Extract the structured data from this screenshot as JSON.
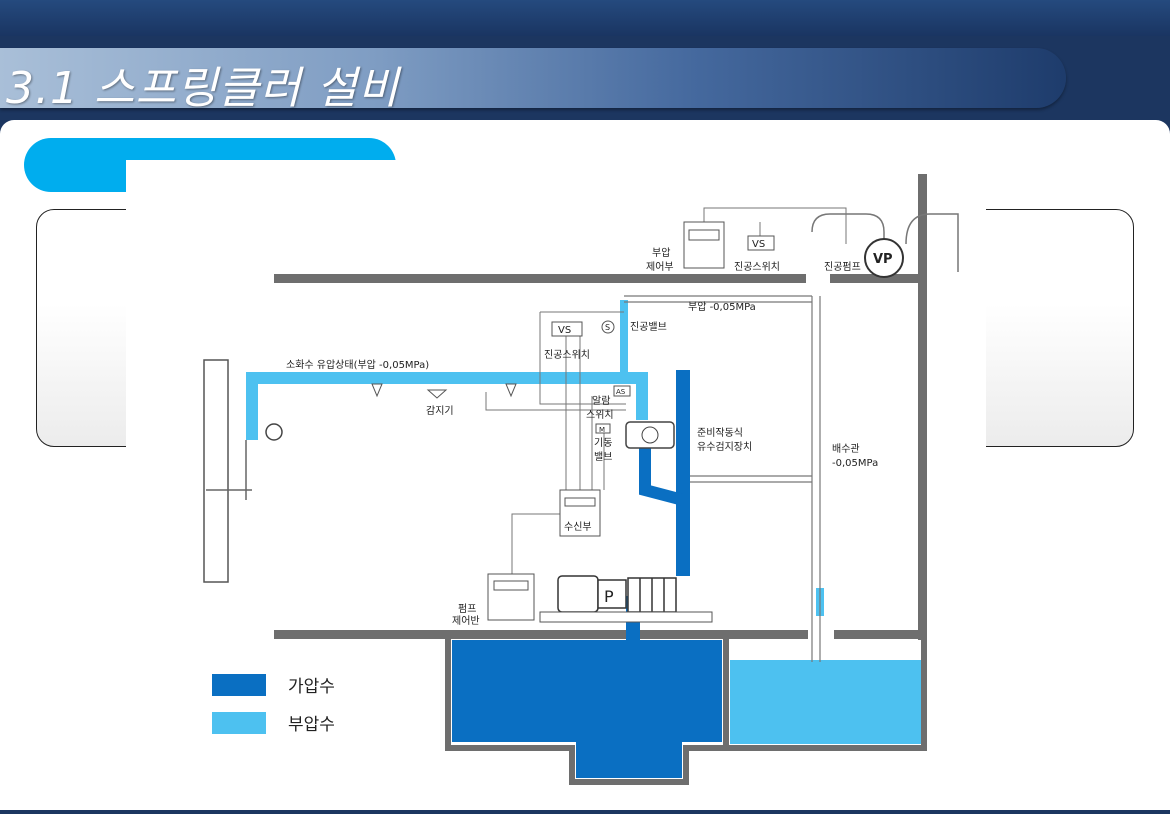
{
  "slide": {
    "title": "3.1 스프링클러 설비"
  },
  "diagram": {
    "labels": {
      "pressure_control_l1": "부압",
      "pressure_control_l2": "제어부",
      "vs_top": "VS",
      "vacuum_switch_top": "진공스위치",
      "vacuum_pump": "진공펌프",
      "vp": "VP",
      "negative_pressure": "부압 -0,05MPa",
      "vs_mid": "VS",
      "s_mark": "S",
      "vacuum_valve": "진공밸브",
      "vacuum_switch_mid": "진공스위치",
      "pipe_state": "소화수 유압상태(부압 -0,05MPa)",
      "detector": "감지기",
      "alarm_l1": "알람",
      "alarm_l2": "스위치",
      "as_mark": "AS",
      "m_mark": "M",
      "start_valve_l1": "기동",
      "start_valve_l2": "밸브",
      "preaction_l1": "준비작동식",
      "preaction_l2": "유수검지장치",
      "drain_pipe_l1": "배수관",
      "drain_pipe_l2": "-0,05MPa",
      "receiver": "수신부",
      "pump_control_l1": "펌프",
      "pump_control_l2": "제어반",
      "p_mark": "P"
    },
    "legend": [
      {
        "label": "가압수",
        "color": "#0a6fc2"
      },
      {
        "label": "부압수",
        "color": "#4dc1f0"
      }
    ],
    "colors": {
      "pressurized": "#0a6fc2",
      "negative": "#4dc1f0",
      "structure": "#6e6e6e",
      "pill": "#00adee"
    }
  }
}
